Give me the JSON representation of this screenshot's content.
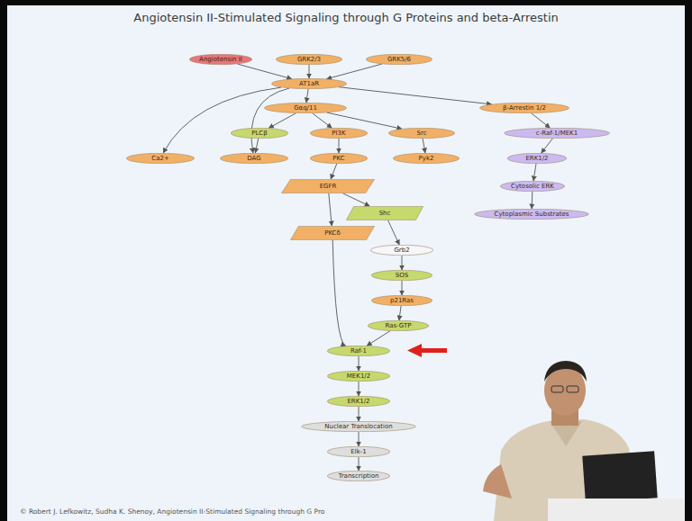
{
  "diagram": {
    "title": "Angiotensin II-Stimulated Signaling through G Proteins and beta-Arrestin",
    "caption": "© Robert J. Lefkowitz, Sudha K. Shenoy, Angiotensin II-Stimulated Signaling through G Pro",
    "nodes": [
      {
        "text": [
          "Angiotensin II"
        ]
      },
      {
        "text": [
          "GRK2/3"
        ]
      },
      {
        "text": [
          "GRK5/6"
        ]
      },
      {
        "text": [
          "AT1aR"
        ]
      },
      {
        "text": [
          "Gαq/11"
        ]
      },
      {
        "text": [
          "β-Arrestin 1/2"
        ]
      },
      {
        "text": [
          "PLCβ"
        ]
      },
      {
        "text": [
          "PI3K"
        ]
      },
      {
        "text": [
          "Src"
        ]
      },
      {
        "text": [
          "c-Raf-1/MEK1"
        ]
      },
      {
        "text": [
          "Ca2+"
        ]
      },
      {
        "text": [
          "DAG"
        ]
      },
      {
        "text": [
          "PKC"
        ]
      },
      {
        "text": [
          "Pyk2"
        ]
      },
      {
        "text": [
          "ERK1/2"
        ]
      },
      {
        "text": [
          "EGFR"
        ]
      },
      {
        "text": [
          "Cytosolic ERK"
        ]
      },
      {
        "text": [
          "Shc"
        ]
      },
      {
        "text": [
          "Cytoplasmic Substrates"
        ]
      },
      {
        "text": [
          "PKCδ"
        ]
      },
      {
        "text": [
          "Grb2"
        ]
      },
      {
        "text": [
          "SOS"
        ]
      },
      {
        "text": [
          "p21Ras"
        ]
      },
      {
        "text": [
          "Ras-GTP"
        ]
      },
      {
        "text": [
          "Raf-1"
        ]
      },
      {
        "text": [
          "MEK1/2"
        ]
      },
      {
        "text": [
          "ERK1/2"
        ]
      },
      {
        "text": [
          "Nuclear Translocation"
        ]
      },
      {
        "text": [
          "Elk-1"
        ]
      },
      {
        "text": [
          "Transcription"
        ]
      }
    ],
    "edges": [
      {
        "from": 0,
        "to": 3,
        "arrow": "to"
      },
      {
        "from": 1,
        "to": 3,
        "arrow": "to"
      },
      {
        "from": 2,
        "to": 3,
        "arrow": "to"
      },
      {
        "from": 3,
        "to": 4,
        "arrow": "to"
      },
      {
        "from": 3,
        "to": 5,
        "arrow": "to"
      },
      {
        "from": 3,
        "to": 10,
        "arrow": "to"
      },
      {
        "from": 3,
        "to": 11,
        "arrow": "to"
      },
      {
        "from": 4,
        "to": 6,
        "arrow": "to"
      },
      {
        "from": 4,
        "to": 7,
        "arrow": "to"
      },
      {
        "from": 4,
        "to": 8,
        "arrow": "to"
      },
      {
        "from": 5,
        "to": 9,
        "arrow": "to"
      },
      {
        "from": 6,
        "to": 11,
        "arrow": "to"
      },
      {
        "from": 7,
        "to": 12,
        "arrow": "to"
      },
      {
        "from": 8,
        "to": 13,
        "arrow": "to"
      },
      {
        "from": 9,
        "to": 14,
        "arrow": "to"
      },
      {
        "from": 14,
        "to": 16,
        "arrow": "to"
      },
      {
        "from": 16,
        "to": 18,
        "arrow": "to"
      },
      {
        "from": 12,
        "to": 15,
        "arrow": "to"
      },
      {
        "from": 15,
        "to": 17,
        "arrow": "to"
      },
      {
        "from": 15,
        "to": 19,
        "arrow": "to"
      },
      {
        "from": 17,
        "to": 20,
        "arrow": "to"
      },
      {
        "from": 20,
        "to": 21,
        "arrow": "to"
      },
      {
        "from": 21,
        "to": 22,
        "arrow": "to"
      },
      {
        "from": 22,
        "to": 23,
        "arrow": "to"
      },
      {
        "from": 23,
        "to": 24,
        "arrow": "to"
      },
      {
        "from": 19,
        "to": 24,
        "arrow": "to"
      },
      {
        "from": 24,
        "to": 25,
        "arrow": "to"
      },
      {
        "from": 25,
        "to": 26,
        "arrow": "to"
      },
      {
        "from": 26,
        "to": 27,
        "arrow": "to"
      },
      {
        "from": 27,
        "to": 28,
        "arrow": "to"
      },
      {
        "from": 28,
        "to": 29,
        "arrow": "to"
      }
    ]
  }
}
